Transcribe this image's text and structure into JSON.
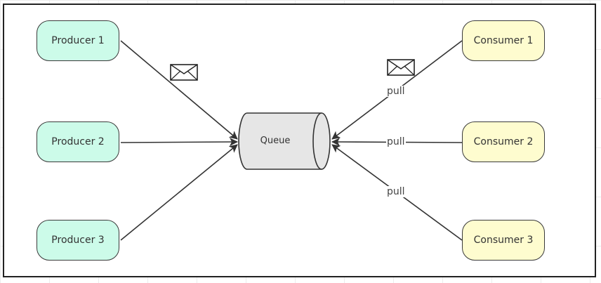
{
  "diagram": {
    "producers": [
      {
        "label": "Producer 1"
      },
      {
        "label": "Producer 2"
      },
      {
        "label": "Producer 3"
      }
    ],
    "consumers": [
      {
        "label": "Consumer 1"
      },
      {
        "label": "Consumer 2"
      },
      {
        "label": "Consumer 3"
      }
    ],
    "queue": {
      "label": "Queue"
    },
    "edge_labels": [
      "pull",
      "pull",
      "pull"
    ],
    "icons": [
      "envelope-icon",
      "envelope-icon"
    ],
    "colors": {
      "producer_fill": "#ccfbe9",
      "consumer_fill": "#fefccf",
      "queue_fill": "#e6e6e6",
      "stroke": "#333333"
    }
  }
}
